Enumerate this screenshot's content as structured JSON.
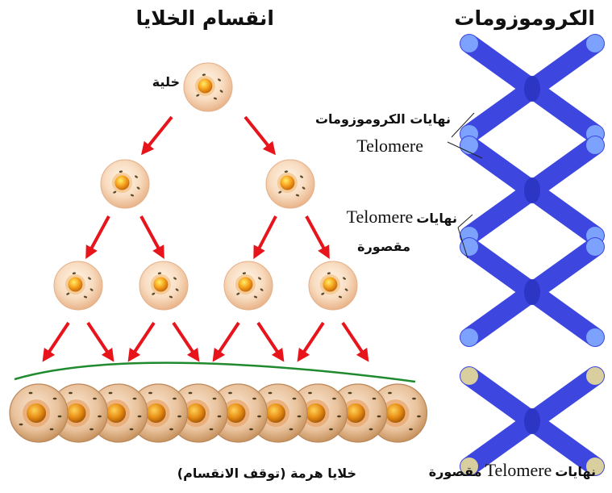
{
  "titles": {
    "division": "انقسام الخلايا",
    "chromosomes": "الكروموزومات"
  },
  "labels": {
    "cell": "خلية",
    "telomere_ends_ar": "نهايات الكروموزومات",
    "telomere_ends_en": "Telomere",
    "shortened_prefix": "نهايات",
    "shortened_en": "Telomere",
    "shortened_suffix": "مقصورة",
    "senescent_cells": "خلايا هرمة (توقف الانقسام)",
    "bottom_ends_prefix": "نهايات",
    "bottom_ends_en": "Telomere",
    "bottom_ends_suffix": "مقصورة"
  },
  "colors": {
    "arrow": "#e8141b",
    "curve": "#1f8a2e",
    "chromosome": "#3d47e0",
    "chromosome_light": "#7fa8ff",
    "telomere_worn": "#e2d79a",
    "cell_outer": "#f6d2b0",
    "cell_nucleus": "#f7a21e"
  }
}
